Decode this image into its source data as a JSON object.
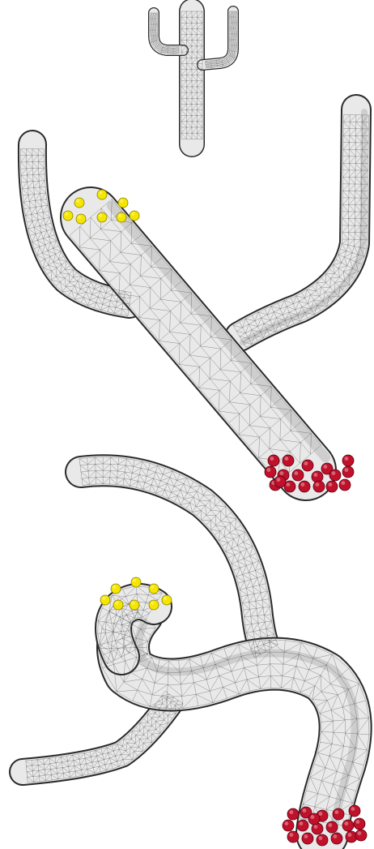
{
  "figure": {
    "background_color": "#ffffff",
    "mesh_color": "#e9e9e9",
    "mesh_shade_color": "#b8b8b8",
    "wire_color": "#3c3c3c",
    "outline_color": "#2a2a2a",
    "handle_color": "#f5e600",
    "handle_edge_color": "#8a7f00",
    "anchor_color": "#c0102a",
    "anchor_edge_color": "#5e0012",
    "panels": [
      {
        "name": "rest-pose-cactus",
        "handle_count": 0,
        "anchor_count": 0
      },
      {
        "name": "bent-cactus",
        "handle_count": 8,
        "anchor_count": 18
      },
      {
        "name": "twisted-cactus",
        "handle_count": 8,
        "anchor_count": 18
      }
    ]
  }
}
